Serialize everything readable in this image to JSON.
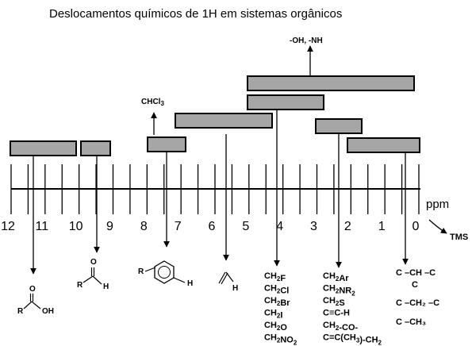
{
  "title": "Deslocamentos químicos de 1H em sistemas orgânicos",
  "axis": {
    "unit": "ppm",
    "tick_labels": [
      "12",
      "11",
      "10",
      "9",
      "8",
      "7",
      "6",
      "5",
      "4",
      "3",
      "2",
      "1",
      "0"
    ],
    "reference": "TMS"
  },
  "annotations": {
    "top": "-OH, -NH",
    "chcl3_main": "CHCl",
    "chcl3_sub": "3"
  },
  "structures": {
    "carboxylic_acid": {
      "r": "R",
      "o_top": "O",
      "oh": "OH"
    },
    "aldehyde": {
      "r": "R",
      "o_top": "O",
      "h": "H"
    },
    "aromatic": {
      "r": "R",
      "h": "H"
    },
    "alkene": {
      "h": "H"
    }
  },
  "groups": {
    "col1": [
      {
        "parts": [
          [
            "CH",
            false
          ],
          [
            "2",
            true
          ],
          [
            "F",
            false
          ]
        ]
      },
      {
        "parts": [
          [
            "CH",
            false
          ],
          [
            "2",
            true
          ],
          [
            "Cl",
            false
          ]
        ]
      },
      {
        "parts": [
          [
            "CH",
            false
          ],
          [
            "2",
            true
          ],
          [
            "Br",
            false
          ]
        ]
      },
      {
        "parts": [
          [
            "CH",
            false
          ],
          [
            "2",
            true
          ],
          [
            "I",
            false
          ]
        ]
      },
      {
        "parts": [
          [
            "CH",
            false
          ],
          [
            "2",
            true
          ],
          [
            "O",
            false
          ]
        ]
      },
      {
        "parts": [
          [
            "CH",
            false
          ],
          [
            "2",
            true
          ],
          [
            "NO",
            false
          ],
          [
            "2",
            true
          ]
        ]
      }
    ],
    "col2": [
      {
        "parts": [
          [
            "CH",
            false
          ],
          [
            "2",
            true
          ],
          [
            "Ar",
            false
          ]
        ]
      },
      {
        "parts": [
          [
            "CH",
            false
          ],
          [
            "2",
            true
          ],
          [
            "NR",
            false
          ],
          [
            "2",
            true
          ]
        ]
      },
      {
        "parts": [
          [
            "CH",
            false
          ],
          [
            "2",
            true
          ],
          [
            "S",
            false
          ]
        ]
      },
      {
        "parts": [
          [
            "C≡C-H",
            false
          ]
        ]
      },
      {
        "parts": [
          [
            "CH",
            false
          ],
          [
            "2",
            true
          ],
          [
            "-CO-",
            false
          ]
        ]
      },
      {
        "parts": [
          [
            "C=C(CH",
            false
          ],
          [
            "3",
            true
          ],
          [
            ")-CH",
            false
          ],
          [
            "2",
            true
          ]
        ]
      }
    ],
    "col3": [
      {
        "text": "C –CH –C"
      },
      {
        "text": "C"
      },
      {
        "text": "C –CH₂ –C"
      },
      {
        "text": "C –CH₃"
      }
    ]
  },
  "ranges_ppm": [
    {
      "name": "carboxylic-acid",
      "from": 12.0,
      "to": 10.0
    },
    {
      "name": "aldehyde",
      "from": 10.0,
      "to": 9.0
    },
    {
      "name": "aromatic",
      "from": 8.0,
      "to": 6.9
    },
    {
      "name": "alkene",
      "from": 7.5,
      "to": 4.5
    },
    {
      "name": "oh-nh",
      "from": 5.0,
      "to": 0.0
    },
    {
      "name": "ch2-heteroatom",
      "from": 5.0,
      "to": 2.7
    },
    {
      "name": "ch2-unsaturated",
      "from": 3.0,
      "to": 1.7
    },
    {
      "name": "alkyl",
      "from": 2.0,
      "to": 0.0
    }
  ],
  "colors": {
    "bar_fill": "#a6a6a6",
    "stroke": "#000000",
    "background": "#ffffff"
  }
}
